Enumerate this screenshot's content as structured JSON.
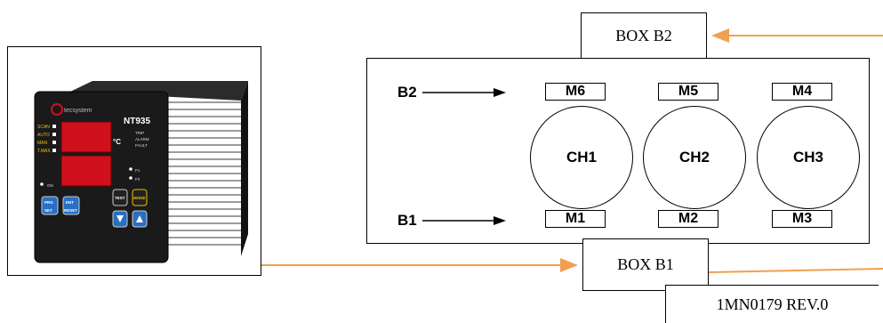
{
  "device": {
    "model": "NT935",
    "brand": "tecsystem",
    "unit": "°C",
    "left_leds": [
      "SCAN",
      "AUTO",
      "MAN",
      "T.MAX"
    ],
    "right_leds": [
      "TRIP",
      "ALARM",
      "FAULT"
    ],
    "fan_leds": [
      "F1",
      "F2"
    ],
    "on_led": "ON",
    "buttons": {
      "prg_top": "PRG",
      "prg_bottom": "SET",
      "ent_top": "ENT",
      "ent_bottom": "RESET",
      "test": "TEST",
      "mode": "MODE"
    }
  },
  "boxes": {
    "b2": "BOX B2",
    "b1": "BOX B1",
    "revision": "1MN0179 REV.0"
  },
  "panel": {
    "top_labels": [
      "M6",
      "M5",
      "M4"
    ],
    "bottom_labels": [
      "M1",
      "M2",
      "M3"
    ],
    "channels": [
      "CH1",
      "CH2",
      "CH3"
    ],
    "b2_arrow_label": "B2",
    "b1_arrow_label": "B1"
  },
  "colors": {
    "connector_orange": "#f0a050",
    "device_body": "#1a1a1a",
    "display_red": "#d0101c",
    "button_blue": "#2a6fc4"
  }
}
